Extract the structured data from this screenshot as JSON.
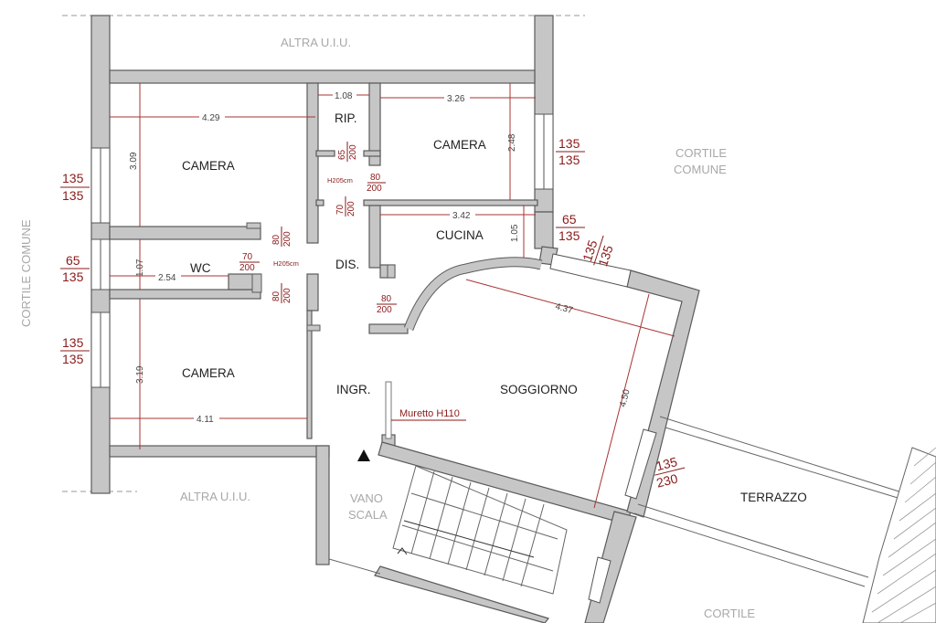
{
  "surroundings": {
    "altra_top": "ALTRA U.I.U.",
    "altra_bottom": "ALTRA U.I.U.",
    "cortile_comune_left": "CORTILE COMUNE",
    "cortile_comune_right_1": "CORTILE",
    "cortile_comune_right_2": "COMUNE",
    "cortile_bottom": "CORTILE",
    "vano_1": "VANO",
    "vano_2": "SCALA"
  },
  "rooms": {
    "camera_top_left": "CAMERA",
    "camera_top_right": "CAMERA",
    "camera_bottom_left": "CAMERA",
    "rip": "RIP.",
    "wc": "WC",
    "cucina": "CUCINA",
    "dis": "DIS.",
    "ingr": "INGR.",
    "soggiorno": "SOGGIORNO",
    "terrazzo": "TERRAZZO"
  },
  "dimensions": {
    "d429": "4.29",
    "d309": "3.09",
    "d108": "1.08",
    "d326": "3.26",
    "d248": "2.48",
    "d342": "3.42",
    "d105": "1.05",
    "d107": "1.07",
    "d254": "2.54",
    "d319": "3.19",
    "d411": "4.11",
    "d437": "4.37",
    "d450": "4.50"
  },
  "openings": {
    "w_left1_top": "135",
    "w_left1_bot": "135",
    "w_left2_top": "65",
    "w_left2_bot": "135",
    "w_left3_top": "135",
    "w_left3_bot": "135",
    "w_cam_top": "135",
    "w_cam_bot": "135",
    "w_cuc_top": "65",
    "w_cuc_bot": "135",
    "w_sog_top": "135",
    "w_sog_bot": "135",
    "w_ter_top": "135",
    "w_ter_bot": "230",
    "d_rip_top": "65",
    "d_rip_bot": "200",
    "d_h205_a": "H205cm",
    "d_dis1_top": "80",
    "d_dis1_bot": "200",
    "d_cuc_top": "70",
    "d_cuc_bot": "200",
    "d_cam1_top": "80",
    "d_cam1_bot": "200",
    "d_wc_top": "70",
    "d_wc_bot": "200",
    "d_h205_b": "H205cm",
    "d_cam2_top": "80",
    "d_cam2_bot": "200",
    "d_sog_top": "80",
    "d_sog_bot": "200"
  },
  "notes": {
    "muretto": "Muretto H110"
  }
}
